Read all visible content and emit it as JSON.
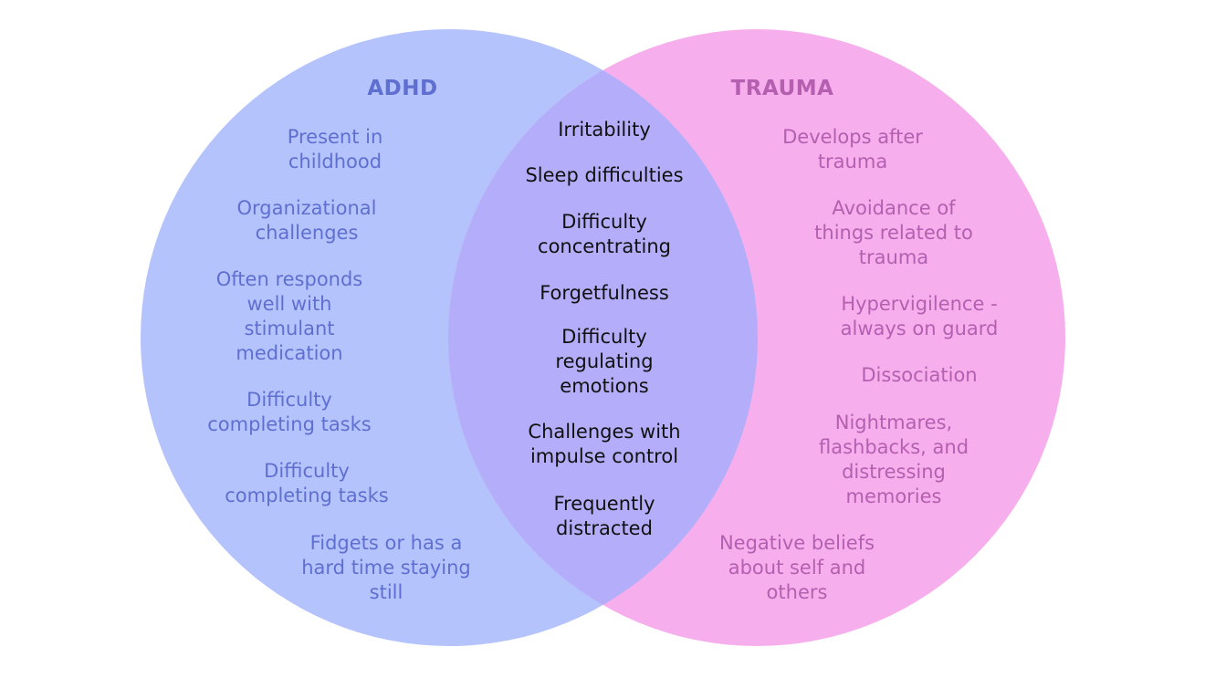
{
  "colors": {
    "adhd_fill": "#b5c3fd",
    "trauma_fill": "#f6aeec",
    "overlap_fill": "#b4aefa",
    "adhd_text": "#5f6fd0",
    "trauma_text": "#b45fb0",
    "shared_text": "#111111"
  },
  "diagram": {
    "type": "venn",
    "sets": [
      {
        "title": "ADHD",
        "items": [
          "Present in\nchildhood",
          "Organizational\nchallenges",
          "Often responds\nwell with\nstimulant\nmedication",
          "Difficulty\ncompleting tasks",
          "Difficulty\ncompleting tasks",
          "Fidgets or has a\nhard time staying\nstill"
        ]
      },
      {
        "title": "TRAUMA",
        "items": [
          "Develops after\ntrauma",
          "Avoidance of\nthings related to\ntrauma",
          "Hypervigilence -\nalways on guard",
          "Dissociation",
          "Nightmares,\nflashbacks, and\ndistressing\nmemories",
          "Negative beliefs\nabout self and\nothers"
        ]
      }
    ],
    "overlap": {
      "items": [
        "Irritability",
        "Sleep difficulties",
        "Difficulty\nconcentrating",
        "Forgetfulness",
        "Difficulty\nregulating\nemotions",
        "Challenges with\nimpulse control",
        "Frequently\ndistracted"
      ]
    }
  }
}
